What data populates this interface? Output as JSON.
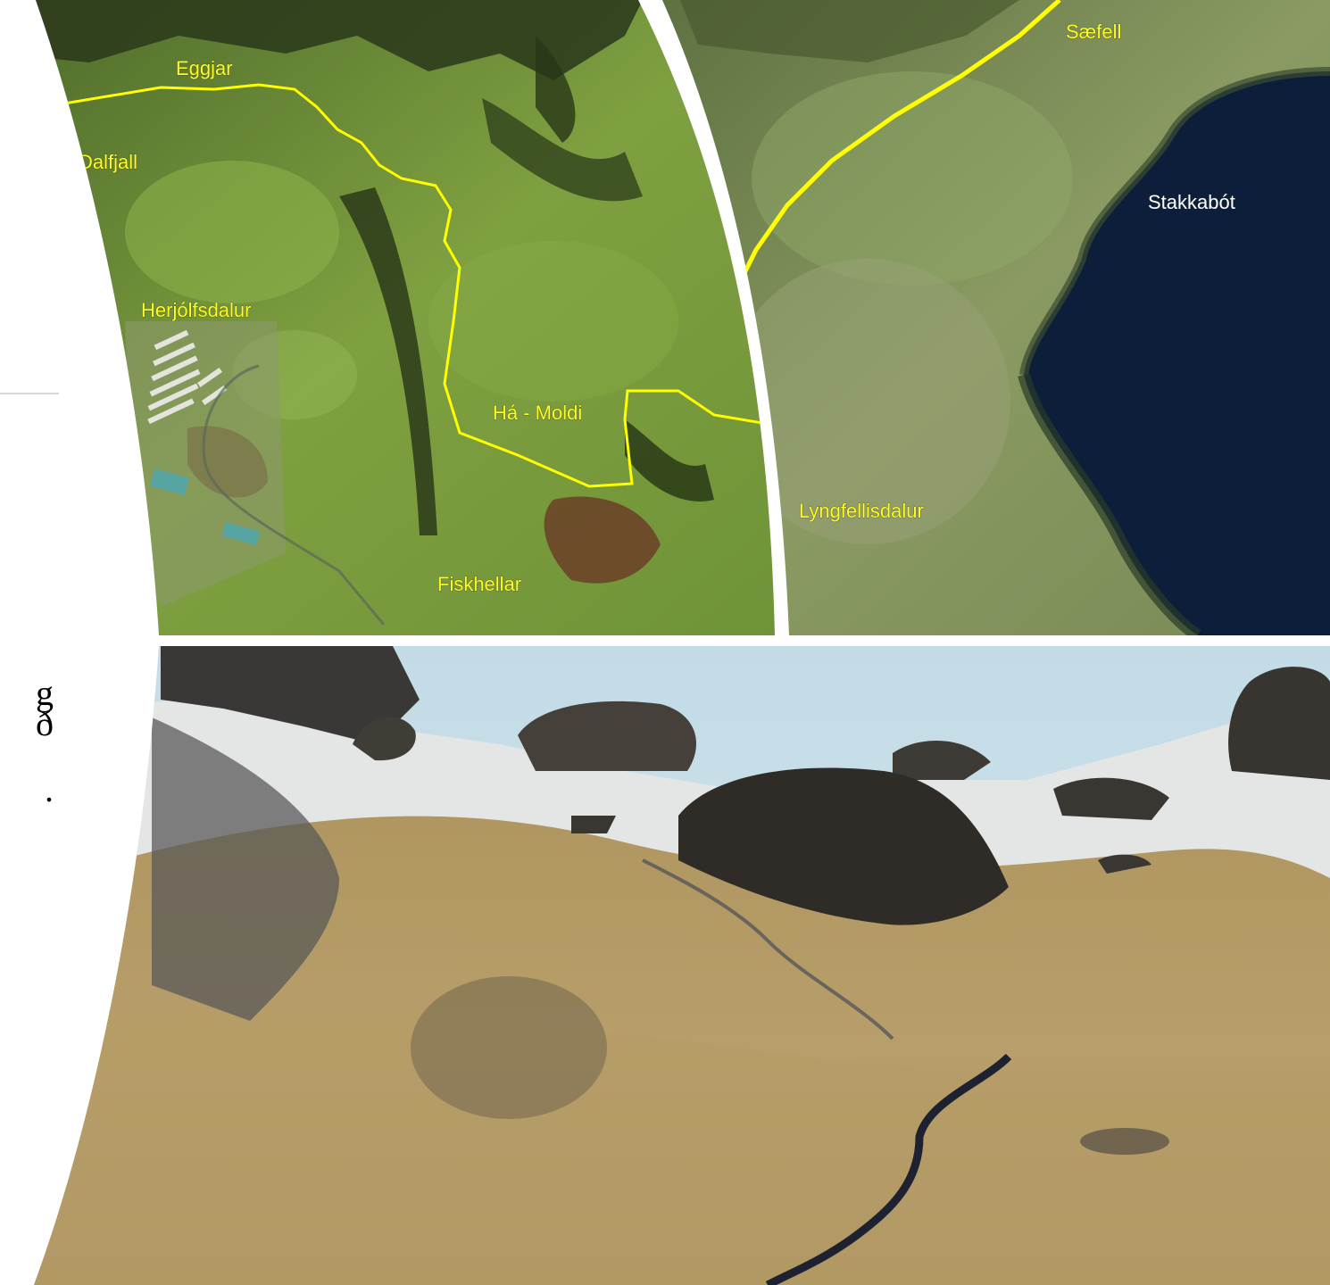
{
  "slide": {
    "left_fragments": [
      "g",
      "ð",
      "."
    ]
  },
  "map_left": {
    "labels": {
      "eggjar": "Eggjar",
      "dalfjall": "Dalfjall",
      "herjolfsdalur": "Herjólfsdalur",
      "ha_moldi": "Há - Moldi",
      "fiskhellar": "Fiskhellar"
    }
  },
  "map_right": {
    "labels": {
      "saefell": "Sæfell",
      "stakkabot": "Stakkabót",
      "lyngfellisdalur": "Lyngfellisdalur"
    }
  },
  "colors": {
    "route_line": "#ffff00",
    "label_text": "#ffff2a",
    "sea": "#0d1e3a",
    "grass": "#6f8f3a"
  }
}
